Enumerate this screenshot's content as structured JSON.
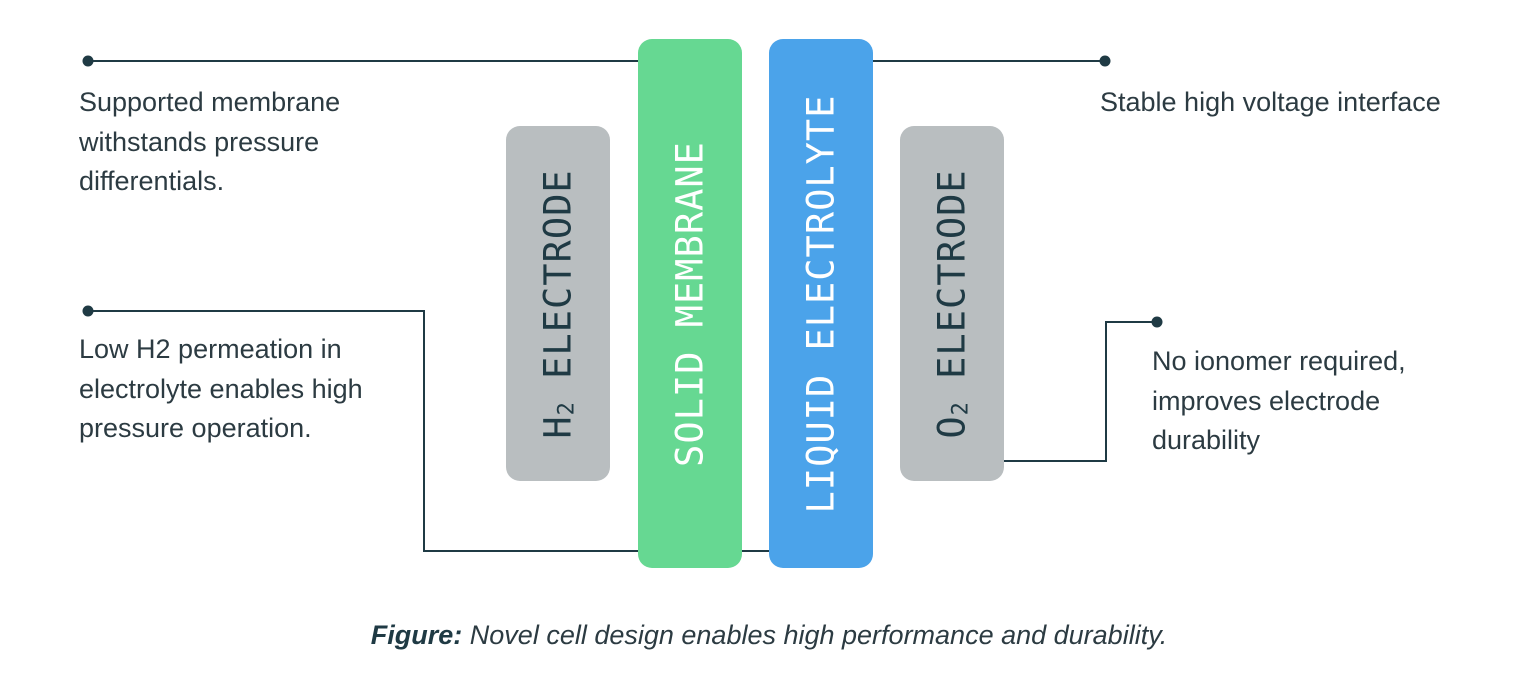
{
  "colors": {
    "electrode": "#b9bec0",
    "solid_membrane": "#66d892",
    "liquid_electrolyte": "#4ba3ea",
    "connector": "#1f3a44",
    "electrode_text": "#1f3a44",
    "bar_text_light": "#ffffff"
  },
  "layers": {
    "h2_electrode": {
      "main": "H",
      "sub": "2",
      "rest": " ELECTRODE"
    },
    "solid_membrane": {
      "main": "SOLID MEMBRANE"
    },
    "liquid_electrolyte": {
      "main": "LIQUID ELECTROLYTE"
    },
    "o2_electrode": {
      "main": "O",
      "sub": "2",
      "rest": " ELECTRODE"
    }
  },
  "callouts": {
    "supported_membrane": [
      "Supported membrane",
      "withstands pressure",
      "differentials."
    ],
    "low_h2": [
      "Low H2 permeation in",
      "electrolyte enables high",
      "pressure operation."
    ],
    "stable_voltage": [
      "Stable high voltage interface"
    ],
    "no_ionomer": [
      "No ionomer required,",
      "improves electrode",
      "durability"
    ]
  },
  "caption": {
    "bold": "Figure:",
    "text": " Novel cell design enables high performance and durability."
  }
}
